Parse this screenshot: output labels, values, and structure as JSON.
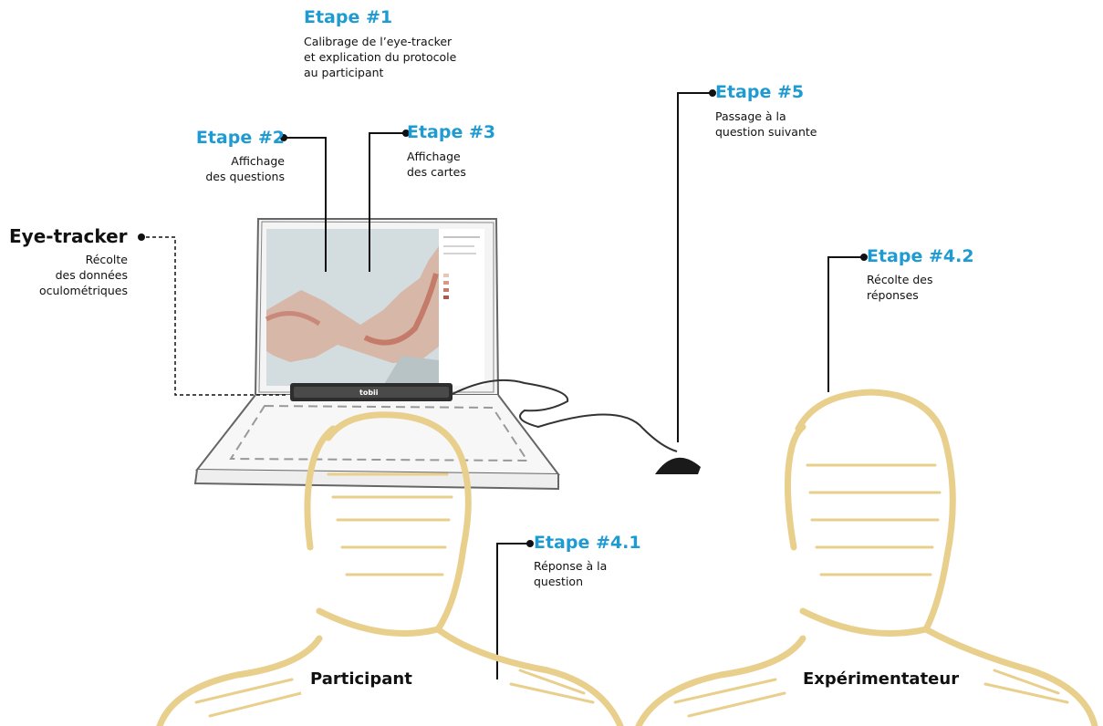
{
  "steps": {
    "s1": {
      "title": "Etape #1",
      "lines": [
        "Calibrage de l’eye-tracker",
        "et explication du protocole",
        "au participant"
      ]
    },
    "s2": {
      "title": "Etape #2",
      "lines": [
        "Affichage",
        "des questions"
      ]
    },
    "s3": {
      "title": "Etape #3",
      "lines": [
        "Affichage",
        "des cartes"
      ]
    },
    "s5": {
      "title": "Etape #5",
      "lines": [
        "Passage à la",
        "question suivante"
      ]
    },
    "s42": {
      "title": "Etape #4.2",
      "lines": [
        "Récolte des",
        "réponses"
      ]
    },
    "s41": {
      "title": "Etape #4.1",
      "lines": [
        "Réponse à la",
        "question"
      ]
    }
  },
  "eyetracker": {
    "title": "Eye-tracker",
    "lines": [
      "Récolte",
      "des données",
      "oculométriques"
    ]
  },
  "device_brand": "tobii",
  "people": {
    "participant": "Participant",
    "experimenter": "Expérimentateur"
  },
  "colors": {
    "accent": "#1f9bd3",
    "sketch": "#e9cf8c",
    "map_water": "#d3dde0",
    "map_land": "#c89a8a"
  }
}
